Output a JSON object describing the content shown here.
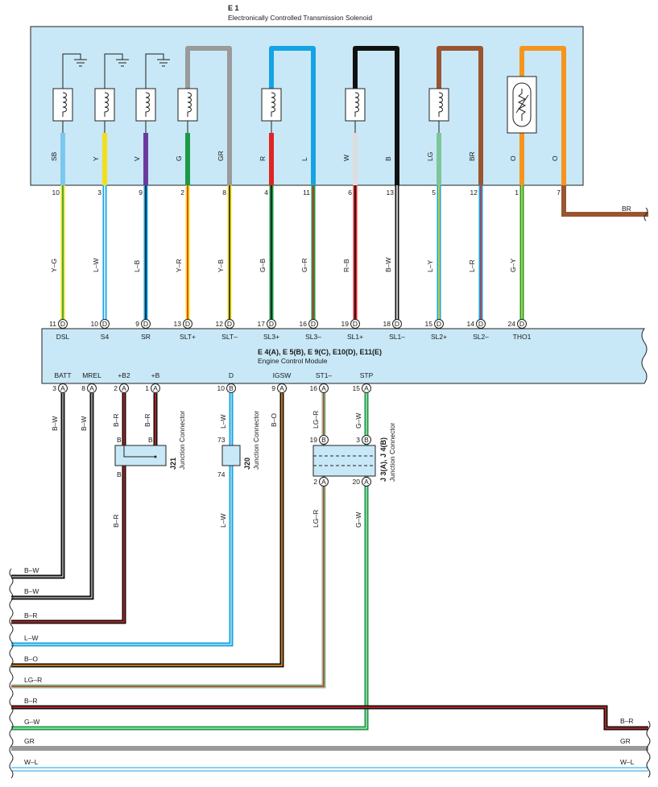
{
  "solenoid": {
    "ref": "E 1",
    "name": "Electronically Controlled Transmission Solenoid",
    "wires": [
      {
        "label": "SB",
        "pin": "10",
        "color": "#7cc7ee"
      },
      {
        "label": "Y",
        "pin": "3",
        "color": "#f2df1a"
      },
      {
        "label": "V",
        "pin": "9",
        "color": "#6c3a9e"
      },
      {
        "label": "G",
        "pin": "2",
        "color": "#1a9b45"
      },
      {
        "label": "GR",
        "pin": "8",
        "color": "#9a9a9a"
      },
      {
        "label": "R",
        "pin": "4",
        "color": "#e02424"
      },
      {
        "label": "L",
        "pin": "11",
        "color": "#16a3e3"
      },
      {
        "label": "W",
        "pin": "6",
        "color": "#ffffff"
      },
      {
        "label": "B",
        "pin": "13",
        "color": "#111111"
      },
      {
        "label": "LG",
        "pin": "5",
        "color": "#7bc79a"
      },
      {
        "label": "BR",
        "pin": "12",
        "color": "#9a5530"
      },
      {
        "label": "O",
        "pin": "1",
        "color": "#f5951e"
      },
      {
        "label": "O",
        "pin": "7",
        "color": "#f5951e"
      }
    ],
    "br_out_label": "BR"
  },
  "harness": [
    {
      "label": "Y–G",
      "base": "#f2df1a",
      "stripe": "#1a9b45"
    },
    {
      "label": "L–W",
      "base": "#16a3e3",
      "stripe": "#ffffff"
    },
    {
      "label": "L–B",
      "base": "#16a3e3",
      "stripe": "#111111"
    },
    {
      "label": "Y–R",
      "base": "#f2df1a",
      "stripe": "#e02424"
    },
    {
      "label": "Y–B",
      "base": "#f2df1a",
      "stripe": "#111111"
    },
    {
      "label": "G–B",
      "base": "#1a9b45",
      "stripe": "#111111"
    },
    {
      "label": "G–R",
      "base": "#1a9b45",
      "stripe": "#e02424"
    },
    {
      "label": "R–B",
      "base": "#e02424",
      "stripe": "#111111"
    },
    {
      "label": "B–W",
      "base": "#111111",
      "stripe": "#ffffff"
    },
    {
      "label": "L–Y",
      "base": "#16a3e3",
      "stripe": "#f2df1a"
    },
    {
      "label": "L–R",
      "base": "#16a3e3",
      "stripe": "#e02424"
    },
    {
      "label": "G–Y",
      "base": "#1a9b45",
      "stripe": "#f2df1a"
    }
  ],
  "ecm": {
    "refs": "E 4(A), E 5(B), E 9(C), E10(D), E11(E)",
    "name": "Engine Control Module",
    "top_pins": [
      {
        "pin": "11",
        "conn": "D",
        "name": "DSL"
      },
      {
        "pin": "10",
        "conn": "D",
        "name": "S4"
      },
      {
        "pin": "9",
        "conn": "D",
        "name": "SR"
      },
      {
        "pin": "13",
        "conn": "D",
        "name": "SLT+"
      },
      {
        "pin": "12",
        "conn": "D",
        "name": "SLT–"
      },
      {
        "pin": "17",
        "conn": "D",
        "name": "SL3+"
      },
      {
        "pin": "16",
        "conn": "D",
        "name": "SL3–"
      },
      {
        "pin": "19",
        "conn": "D",
        "name": "SL1+"
      },
      {
        "pin": "18",
        "conn": "D",
        "name": "SL1–"
      },
      {
        "pin": "15",
        "conn": "D",
        "name": "SL2+"
      },
      {
        "pin": "14",
        "conn": "D",
        "name": "SL2–"
      },
      {
        "pin": "24",
        "conn": "D",
        "name": "THO1"
      }
    ],
    "bottom_pins": [
      {
        "pin": "3",
        "conn": "A",
        "name": "BATT",
        "wire": "B–W"
      },
      {
        "pin": "8",
        "conn": "A",
        "name": "MREL",
        "wire": "B–W"
      },
      {
        "pin": "2",
        "conn": "A",
        "name": "+B2",
        "wire": "B–R"
      },
      {
        "pin": "1",
        "conn": "A",
        "name": "+B",
        "wire": "B–R"
      },
      {
        "pin": "10",
        "conn": "B",
        "name": "D",
        "wire": "L–W"
      },
      {
        "pin": "9",
        "conn": "A",
        "name": "IGSW",
        "wire": "B–O"
      },
      {
        "pin": "16",
        "conn": "A",
        "name": "ST1–",
        "wire": "LG–R"
      },
      {
        "pin": "15",
        "conn": "A",
        "name": "STP",
        "wire": "G–W"
      }
    ]
  },
  "junctions": {
    "j21": {
      "ref": "J21",
      "desc": "Junction Connector",
      "pin_top_a": "B",
      "pin_top_b": "B",
      "pin_bottom": "B"
    },
    "j20": {
      "ref": "J20",
      "desc": "Junction Connector",
      "pin_top": "73",
      "pin_bottom": "74"
    },
    "j3j4": {
      "ref": "J 3(A), J 4(B)",
      "desc": "Junction Connector",
      "pin_tl": "19",
      "conn_tl": "B",
      "pin_tr": "3",
      "conn_tr": "B",
      "pin_bl": "2",
      "conn_bl": "A",
      "pin_br": "20",
      "conn_br": "A"
    }
  },
  "lower_wires": {
    "br_left": "B–R",
    "lw_left": "L–W",
    "lgr_left": "LG–R",
    "gw_left": "G–W"
  },
  "bus": [
    {
      "label": "B–W",
      "label_right": ""
    },
    {
      "label": "B–W",
      "label_right": ""
    },
    {
      "label": "B–R",
      "label_right": ""
    },
    {
      "label": "L–W",
      "label_right": ""
    },
    {
      "label": "B–O",
      "label_right": ""
    },
    {
      "label": "LG–R",
      "label_right": ""
    },
    {
      "label": "B–R",
      "label_right": "B–R"
    },
    {
      "label": "G–W",
      "label_right": ""
    },
    {
      "label": "GR",
      "label_right": "GR"
    },
    {
      "label": "W–L",
      "label_right": "W–L"
    }
  ]
}
